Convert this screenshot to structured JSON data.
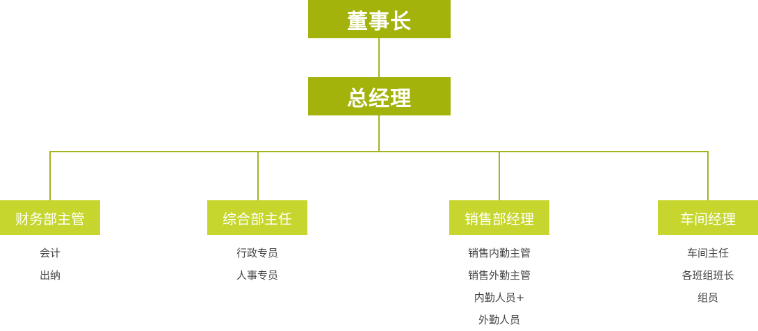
{
  "chairman": "董事长",
  "general_manager": "总经理",
  "departments": [
    {
      "title": "财务部主管",
      "members": [
        "会计",
        "出纳"
      ]
    },
    {
      "title": "综合部主任",
      "members": [
        "行政专员",
        "人事专员"
      ]
    },
    {
      "title": "销售部经理",
      "members": [
        "销售内勤主管",
        "销售外勤主管",
        "内勤人员+",
        "外勤人员"
      ]
    },
    {
      "title": "车间经理",
      "members": [
        "车间主任",
        "各班组班长",
        "组员"
      ]
    }
  ],
  "colors": {
    "top_box": "#a3b30c",
    "dept_box": "#c6d62e",
    "connector": "#a3b31e",
    "member_text": "#444444"
  }
}
